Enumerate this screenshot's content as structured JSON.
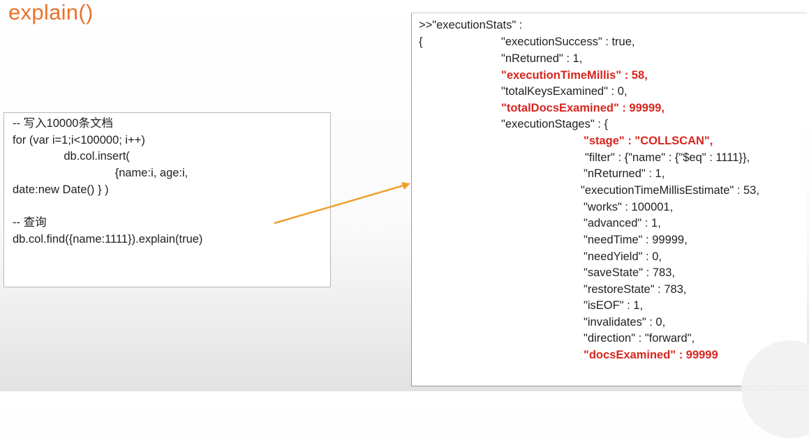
{
  "title": "explain()",
  "code": {
    "lines": [
      "-- 写入10000条文档",
      "for (var i=1;i<100000; i++)",
      "                db.col.insert(",
      "                                {name:i, age:i,",
      "date:new Date() } )",
      "",
      "-- 查询",
      "db.col.find({name:1111}).explain(true)"
    ]
  },
  "stats": {
    "header": ">>\"executionStats\" :",
    "brace": "{",
    "fields": [
      {
        "text": "\"executionSuccess\" : true,",
        "highlight": false,
        "level": 1
      },
      {
        "text": "\"nReturned\" : 1,",
        "highlight": false,
        "level": 1
      },
      {
        "text": "\"executionTimeMillis\" : 58,",
        "highlight": true,
        "level": 1
      },
      {
        "text": "\"totalKeysExamined\" : 0,",
        "highlight": false,
        "level": 1
      },
      {
        "text": "\"totalDocsExamined\" : 99999,",
        "highlight": true,
        "level": 1
      },
      {
        "text": "\"executionStages\" : {",
        "highlight": false,
        "level": 1
      },
      {
        "text": "\"stage\" : \"COLLSCAN\",",
        "highlight": true,
        "level": 2
      },
      {
        "text": "\"filter\" : {\"name\" : {\"$eq\" : 1111}},",
        "highlight": false,
        "level": 2
      },
      {
        "text": "\"nReturned\" : 1,",
        "highlight": false,
        "level": 2
      },
      {
        "text": "\"executionTimeMillisEstimate\" : 53,",
        "highlight": false,
        "level": 2
      },
      {
        "text": "\"works\" : 100001,",
        "highlight": false,
        "level": 2
      },
      {
        "text": "\"advanced\" : 1,",
        "highlight": false,
        "level": 2
      },
      {
        "text": "\"needTime\" : 99999,",
        "highlight": false,
        "level": 2
      },
      {
        "text": "\"needYield\" : 0,",
        "highlight": false,
        "level": 2
      },
      {
        "text": "\"saveState\" : 783,",
        "highlight": false,
        "level": 2
      },
      {
        "text": "\"restoreState\" : 783,",
        "highlight": false,
        "level": 2
      },
      {
        "text": "\"isEOF\" : 1,",
        "highlight": false,
        "level": 2
      },
      {
        "text": "\"invalidates\" : 0,",
        "highlight": false,
        "level": 2
      },
      {
        "text": "\"direction\" : \"forward\",",
        "highlight": false,
        "level": 2
      },
      {
        "text": "\"docsExamined\" : 99999",
        "highlight": true,
        "level": 2
      }
    ]
  },
  "colors": {
    "title": "#e8722a",
    "highlight": "#d7261e",
    "arrow": "#f0a030"
  }
}
